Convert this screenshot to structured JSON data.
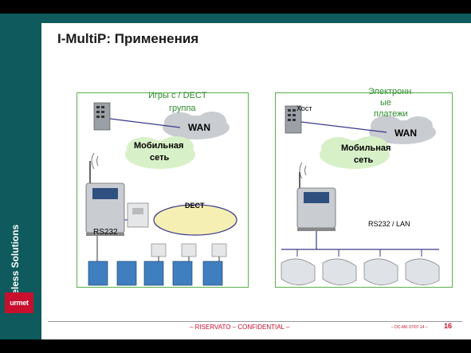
{
  "slide": {
    "title": "I-MultiP: Применения",
    "sidebar_label": "Wireless Solutions",
    "logo_text": "urmet",
    "footer_confidential": "– RISERVATO – CONFIDENTIAL –",
    "footer_code": "– DC-MK 07/07 14 –",
    "page_number": "16"
  },
  "left_panel": {
    "title_line1": "Игры с  / DECT",
    "title_line2": "группа",
    "wan": "WAN",
    "mobile_line1": "Мобильная",
    "mobile_line2": "сеть",
    "dect": "DECT",
    "rs232": "RS232"
  },
  "right_panel": {
    "title_line1": "Электронн",
    "title_line2": "ые",
    "title_line3": "платежи",
    "host": "Хост",
    "wan": "WAN",
    "mobile_line1": "Мобильная",
    "mobile_line2": "сеть",
    "rs232_lan": "RS232 / LAN"
  },
  "colors": {
    "sidebar": "#0f5a5c",
    "panel_border": "#5ab04a",
    "accent_red": "#c8102e",
    "cloud_gray": "#c9ccd1",
    "cloud_green": "#d8f0c8"
  }
}
